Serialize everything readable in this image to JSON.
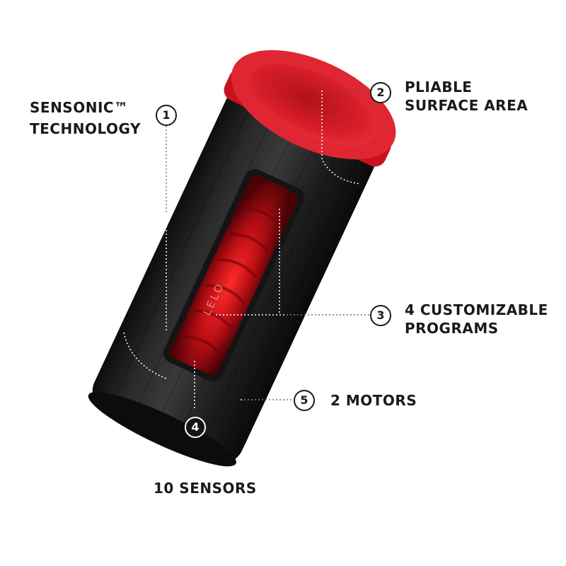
{
  "features": [
    {
      "number": "1",
      "line1": "SENSONIC™",
      "line2": "TECHNOLOGY"
    },
    {
      "number": "2",
      "line1": "PLIABLE",
      "line2": "SURFACE AREA"
    },
    {
      "number": "3",
      "line1": "4 CUSTOMIZABLE",
      "line2": "PROGRAMS"
    },
    {
      "number": "4",
      "line1": "10 SENSORS"
    },
    {
      "number": "5",
      "line1": "2 MOTORS"
    }
  ],
  "product": {
    "brand_mark": "LELO",
    "colors": {
      "body": "#1c1c1c",
      "accent": "#d4182a",
      "text": "#1a1a1a"
    }
  }
}
